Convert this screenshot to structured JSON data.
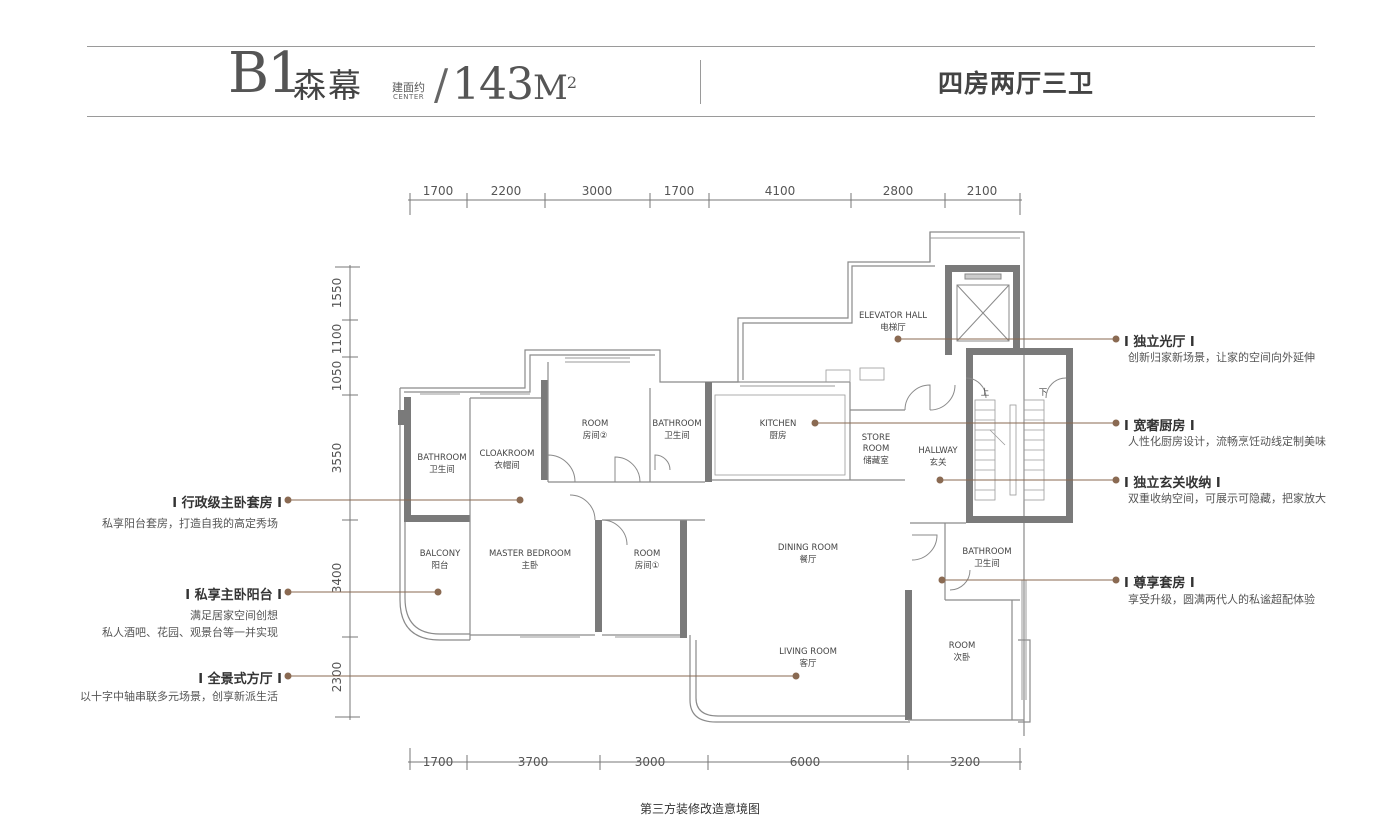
{
  "header": {
    "model": "B1",
    "name": "森幕",
    "area_label_cn": "建面约",
    "area_label_en": "CENTER",
    "area_label_tiny": "",
    "slash": "/",
    "area_value": "143",
    "area_unit": "M",
    "area_sup": "2",
    "layout": "四房两厅三卫"
  },
  "dimensions": {
    "top": [
      "1700",
      "2200",
      "3000",
      "1700",
      "4100",
      "2800",
      "2100"
    ],
    "bottom": [
      "1700",
      "3700",
      "3000",
      "6000",
      "3200"
    ],
    "left": [
      "1550",
      "1100",
      "1050",
      "3550",
      "3400",
      "2300"
    ]
  },
  "rooms": {
    "elevator_hall_en": "ELEVATOR HALL",
    "elevator_hall_cn": "电梯厅",
    "room2_en": "ROOM",
    "room2_cn": "房间②",
    "bathroom1_en": "BATHROOM",
    "bathroom1_cn": "卫生间",
    "kitchen_en": "KITCHEN",
    "kitchen_cn": "厨房",
    "store_en1": "STORE",
    "store_en2": "ROOM",
    "store_cn": "储藏室",
    "hallway_en": "HALLWAY",
    "hallway_cn": "玄关",
    "bathroom2_en": "BATHROOM",
    "bathroom2_cn": "卫生间",
    "cloakroom_en": "CLOAKROOM",
    "cloakroom_cn": "衣帽间",
    "balcony_en": "BALCONY",
    "balcony_cn": "阳台",
    "master_en": "MASTER BEDROOM",
    "master_cn": "主卧",
    "room1_en": "ROOM",
    "room1_cn": "房间①",
    "dining_en": "DINING  ROOM",
    "dining_cn": "餐厅",
    "bathroom3_en": "BATHROOM",
    "bathroom3_cn": "卫生间",
    "living_en": "LIVING ROOM",
    "living_cn": "客厅",
    "room3_en": "ROOM",
    "room3_cn": "次卧",
    "stair_up": "上",
    "stair_down": "下"
  },
  "features_right": [
    {
      "title": "I 独立光厅 I",
      "desc": "创新归家新场景，让家的空间向外延伸"
    },
    {
      "title": "I 宽奢厨房 I",
      "desc": "人性化厨房设计，流畅烹饪动线定制美味"
    },
    {
      "title": "I 独立玄关收纳 I",
      "desc": "双重收纳空间，可展示可隐藏，把家放大"
    },
    {
      "title": "I 尊享套房 I",
      "desc": "享受升级，圆满两代人的私谧超配体验"
    }
  ],
  "features_left": [
    {
      "title": "I 行政级主卧套房 I",
      "desc": "私享阳台套房，打造自我的高定秀场"
    },
    {
      "title": "I 私享主卧阳台 I",
      "desc1": "满足居家空间创想",
      "desc2": "私人酒吧、花园、观景台等一并实现"
    },
    {
      "title": "I 全景式方厅 I",
      "desc": "以十字中轴串联多元场景，创享新派生活"
    }
  ],
  "caption": "第三方装修改造意境图",
  "colors": {
    "wall": "#7a7a7a",
    "line": "#9a9a9a",
    "accent_dot": "#8a6a52",
    "text": "#444444"
  }
}
